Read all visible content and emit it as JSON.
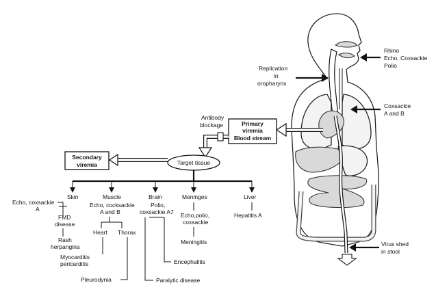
{
  "entry": {
    "rhino": "Rhino",
    "echo_coxsackie": "Echo, Coxsackie",
    "polio": "Polio"
  },
  "replication": {
    "line1": "Replication",
    "line2": "in",
    "line3": "oropharynx"
  },
  "lungs": {
    "line1": "Coxsackie",
    "line2": "A and B"
  },
  "antibody": {
    "line1": "Antibody",
    "line2": "blockage"
  },
  "primary": {
    "line1": "Primary",
    "line2": "viremia",
    "line3": "Blood stream"
  },
  "secondary": {
    "line1": "Secondary",
    "line2": "viremia"
  },
  "target": "Target tissue",
  "shed": {
    "line1": "Virus shed",
    "line2": "in stool"
  },
  "tissues": {
    "skin": {
      "header": "Skin",
      "virus": "Echo, coxsackie",
      "virus2": "A",
      "fmd1": "FMD",
      "fmd2": "disease",
      "rash1": "Rash",
      "rash2": "herpangina"
    },
    "muscle": {
      "header": "Muscle",
      "virus1": "Echo, cocksackie",
      "virus2": "A and B",
      "heart": "Heart",
      "thorax": "Thorax",
      "myo1": "Myocarditis",
      "myo2": "pericarditis",
      "pleuro": "Pleurodynia"
    },
    "brain": {
      "header": "Brain",
      "virus1": "Polio,",
      "virus2": "coxsackie A7",
      "paralytic": "Paralytic disease"
    },
    "meninges": {
      "header": "Meninges",
      "virus1": "Echo,polio,",
      "virus2": "coxsackie",
      "meningitis": "Meningitis",
      "encephalitis": "Encephalitis"
    },
    "liver": {
      "header": "Liver",
      "virus": "Hepatitis A"
    }
  }
}
